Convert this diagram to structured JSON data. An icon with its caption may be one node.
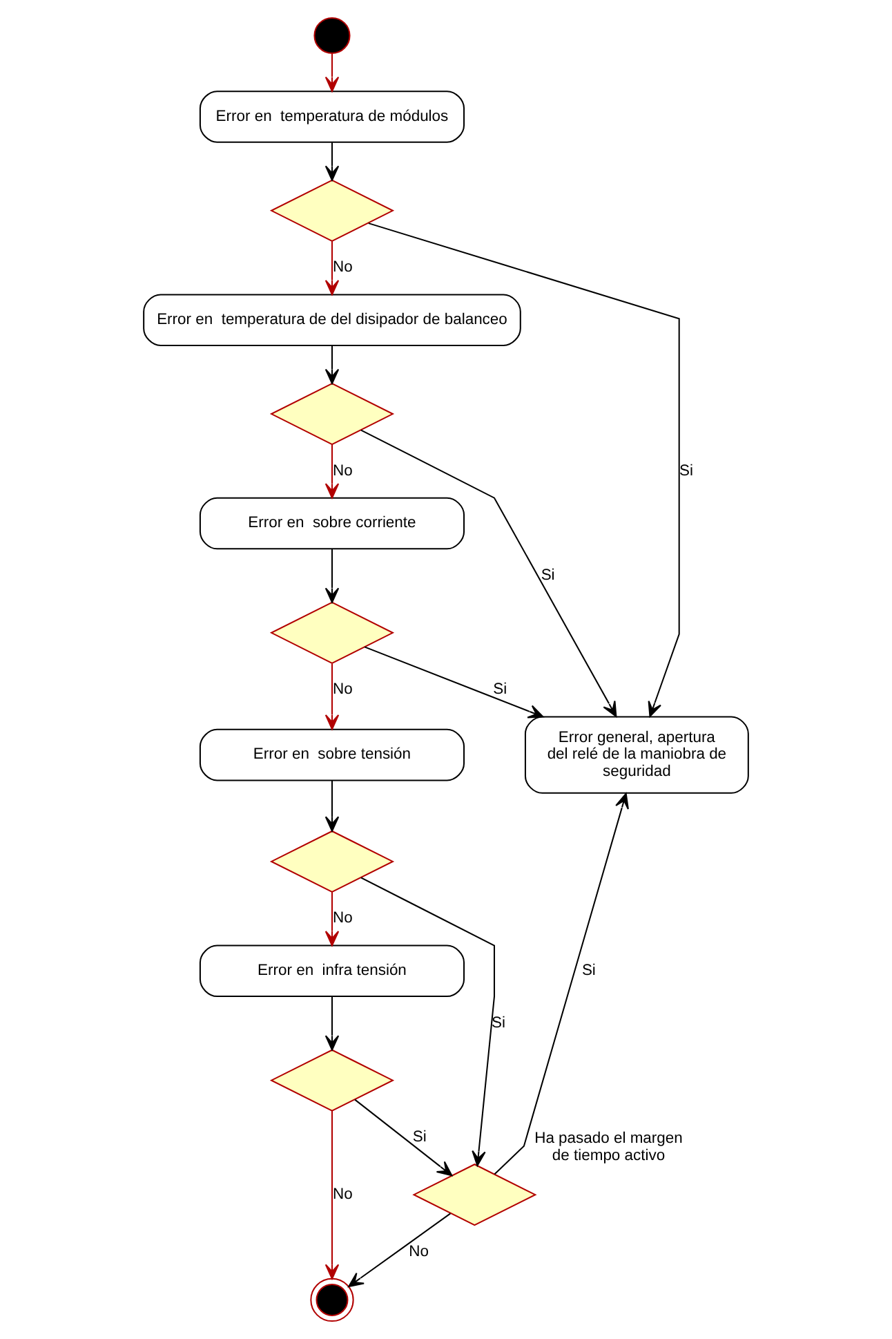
{
  "diagram": {
    "nodes": [
      {
        "text": [],
        "shape": "circle"
      },
      {
        "text": [
          "Error en  temperatura de módulos"
        ]
      },
      {
        "text": [],
        "shape": "diamond"
      },
      {
        "text": [
          "Error en  temperatura de del disipador de balanceo"
        ]
      },
      {
        "text": [],
        "shape": "diamond"
      },
      {
        "text": [
          "Error en  sobre corriente"
        ]
      },
      {
        "text": [],
        "shape": "diamond"
      },
      {
        "text": [
          "Error en  sobre tensión"
        ]
      },
      {
        "text": [],
        "shape": "diamond"
      },
      {
        "text": [
          "Error en  infra tensión"
        ]
      },
      {
        "text": [],
        "shape": "diamond"
      },
      {
        "text": [],
        "shape": "circle"
      },
      {
        "text": [
          "Error general, apertura del relé de la maniobra de seguridad"
        ]
      },
      {
        "text": [],
        "shape": "diamond",
        "beside": [
          "Ha pasado el margen de tiempo activo"
        ]
      }
    ],
    "edges": [
      {
        "from": 0,
        "to": 1,
        "arrow": "to",
        "color": "#b20000"
      },
      {
        "from": 1,
        "to": 2,
        "arrow": "to"
      },
      {
        "from": 2,
        "to": 3,
        "arrow": "to",
        "label": "No",
        "color": "#b20000"
      },
      {
        "from": 2,
        "to": 12,
        "arrow": "to",
        "label": "Si"
      },
      {
        "from": 3,
        "to": 4,
        "arrow": "to"
      },
      {
        "from": 4,
        "to": 5,
        "arrow": "to",
        "label": "No",
        "color": "#b20000"
      },
      {
        "from": 4,
        "to": 12,
        "arrow": "to",
        "label": "Si"
      },
      {
        "from": 5,
        "to": 6,
        "arrow": "to"
      },
      {
        "from": 6,
        "to": 7,
        "arrow": "to",
        "label": "No",
        "color": "#b20000"
      },
      {
        "from": 6,
        "to": 12,
        "arrow": "to",
        "label": "Si"
      },
      {
        "from": 7,
        "to": 8,
        "arrow": "to"
      },
      {
        "from": 8,
        "to": 9,
        "arrow": "to",
        "label": "No",
        "color": "#b20000"
      },
      {
        "from": 8,
        "to": 13,
        "arrow": "to",
        "label": "Si"
      },
      {
        "from": 9,
        "to": 10,
        "arrow": "to"
      },
      {
        "from": 10,
        "to": 11,
        "arrow": "to",
        "label": "No",
        "color": "#b20000"
      },
      {
        "from": 10,
        "to": 13,
        "arrow": "to",
        "label": "Si"
      },
      {
        "from": 13,
        "to": 12,
        "arrow": "to",
        "label": "Si"
      },
      {
        "from": 13,
        "to": 11,
        "arrow": "to",
        "label": "No"
      }
    ]
  }
}
